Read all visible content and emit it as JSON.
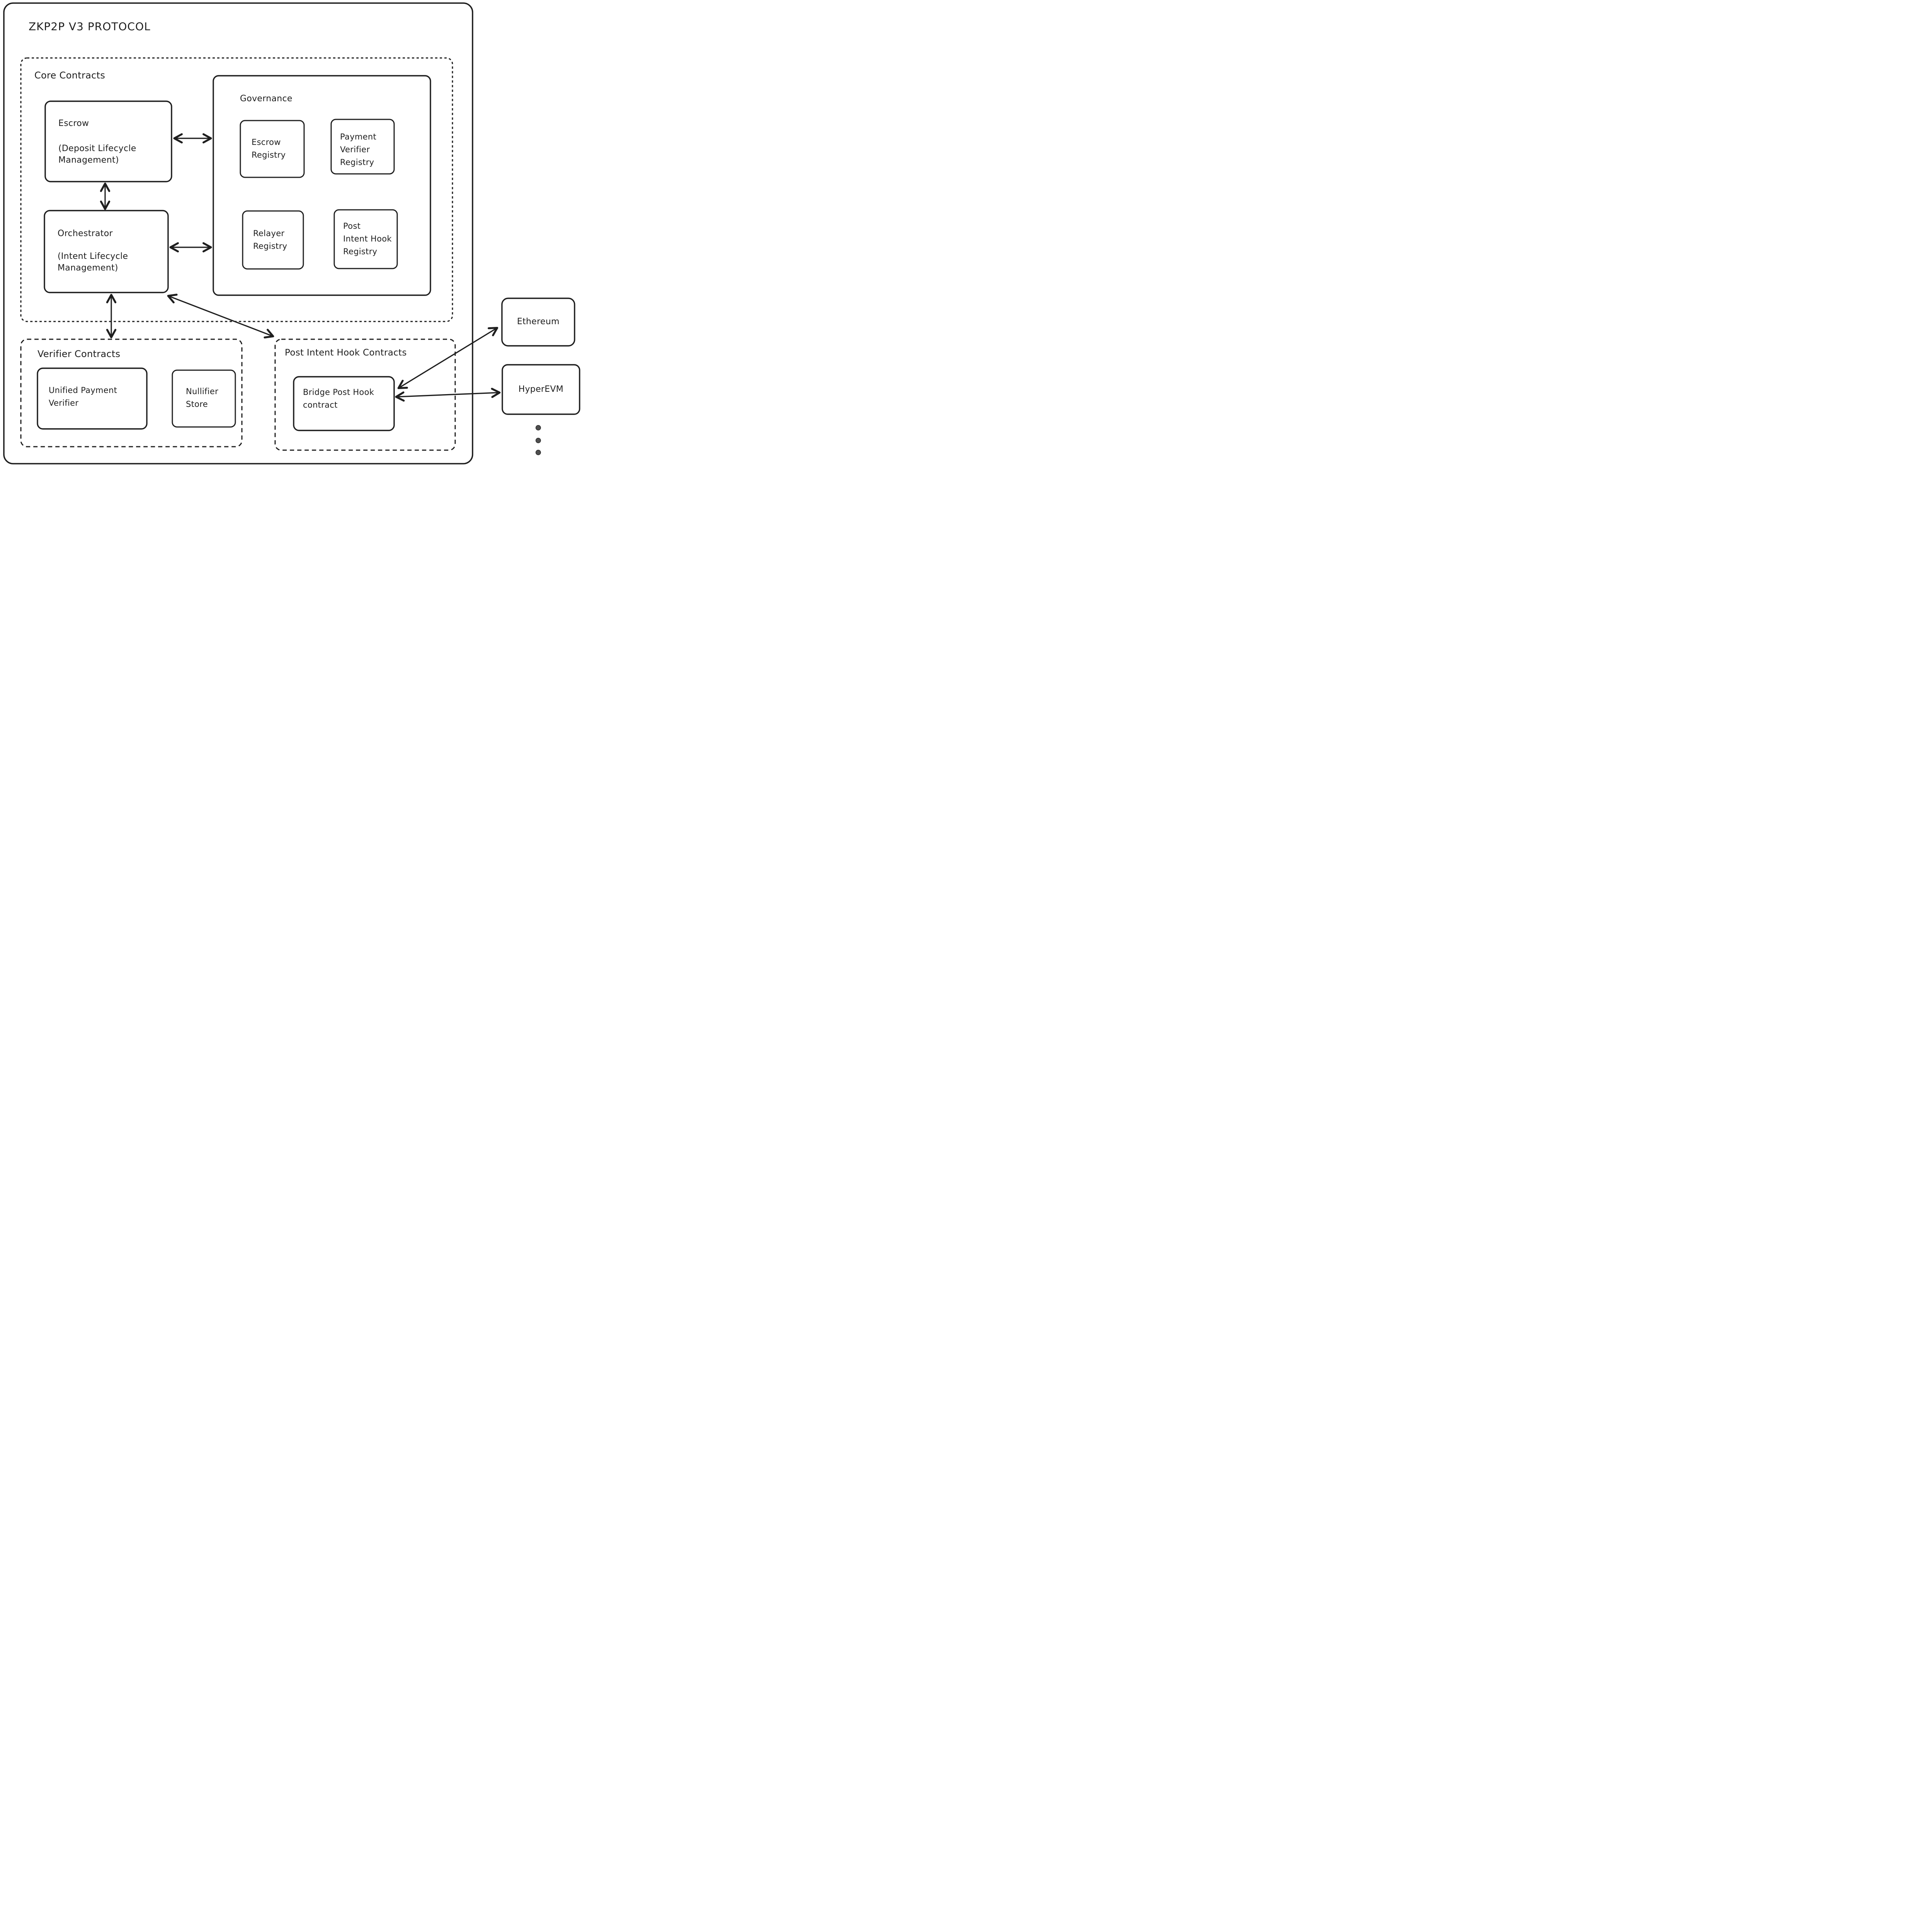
{
  "title": "ZKP2P V3 PROTOCOL",
  "groups": {
    "core": {
      "label": "Core Contracts"
    },
    "governance": {
      "label": "Governance"
    },
    "verifier": {
      "label": "Verifier Contracts"
    },
    "post_intent_hook": {
      "label": "Post Intent Hook Contracts"
    }
  },
  "nodes": {
    "escrow": {
      "title": "Escrow",
      "subtitle": "(Deposit Lifecycle\nManagement)"
    },
    "orchestrator": {
      "title": "Orchestrator",
      "subtitle": "(Intent Lifecycle\nManagement)"
    },
    "escrow_registry": {
      "label": "Escrow\nRegistry"
    },
    "payment_verifier_registry": {
      "label": "Payment\nVerifier\nRegistry"
    },
    "relayer_registry": {
      "label": "Relayer\nRegistry"
    },
    "post_intent_hook_registry": {
      "label": "Post\nIntent Hook\nRegistry"
    },
    "unified_payment_verifier": {
      "label": "Unified Payment\nVerifier"
    },
    "nullifier_store": {
      "label": "Nullifier\nStore"
    },
    "bridge_post_hook": {
      "label": "Bridge Post Hook\ncontract"
    }
  },
  "chains": {
    "ethereum": {
      "label": "Ethereum"
    },
    "hyperevm": {
      "label": "HyperEVM"
    },
    "more_chains_ellipsis_dots": 3
  },
  "edges": [
    {
      "from": "Escrow",
      "to": "Governance",
      "bidirectional": true
    },
    {
      "from": "Escrow",
      "to": "Orchestrator",
      "bidirectional": true
    },
    {
      "from": "Orchestrator",
      "to": "Governance",
      "bidirectional": true
    },
    {
      "from": "Orchestrator",
      "to": "Verifier Contracts",
      "bidirectional": true
    },
    {
      "from": "Orchestrator",
      "to": "Post Intent Hook Contracts",
      "bidirectional": true
    },
    {
      "from": "Bridge Post Hook contract",
      "to": "Ethereum",
      "bidirectional": true
    },
    {
      "from": "Bridge Post Hook contract",
      "to": "HyperEVM",
      "bidirectional": true
    }
  ],
  "colors": {
    "stroke": "#1e1e1e",
    "background": "#ffffff",
    "ellipsis_dots": "#4f4f4f"
  }
}
